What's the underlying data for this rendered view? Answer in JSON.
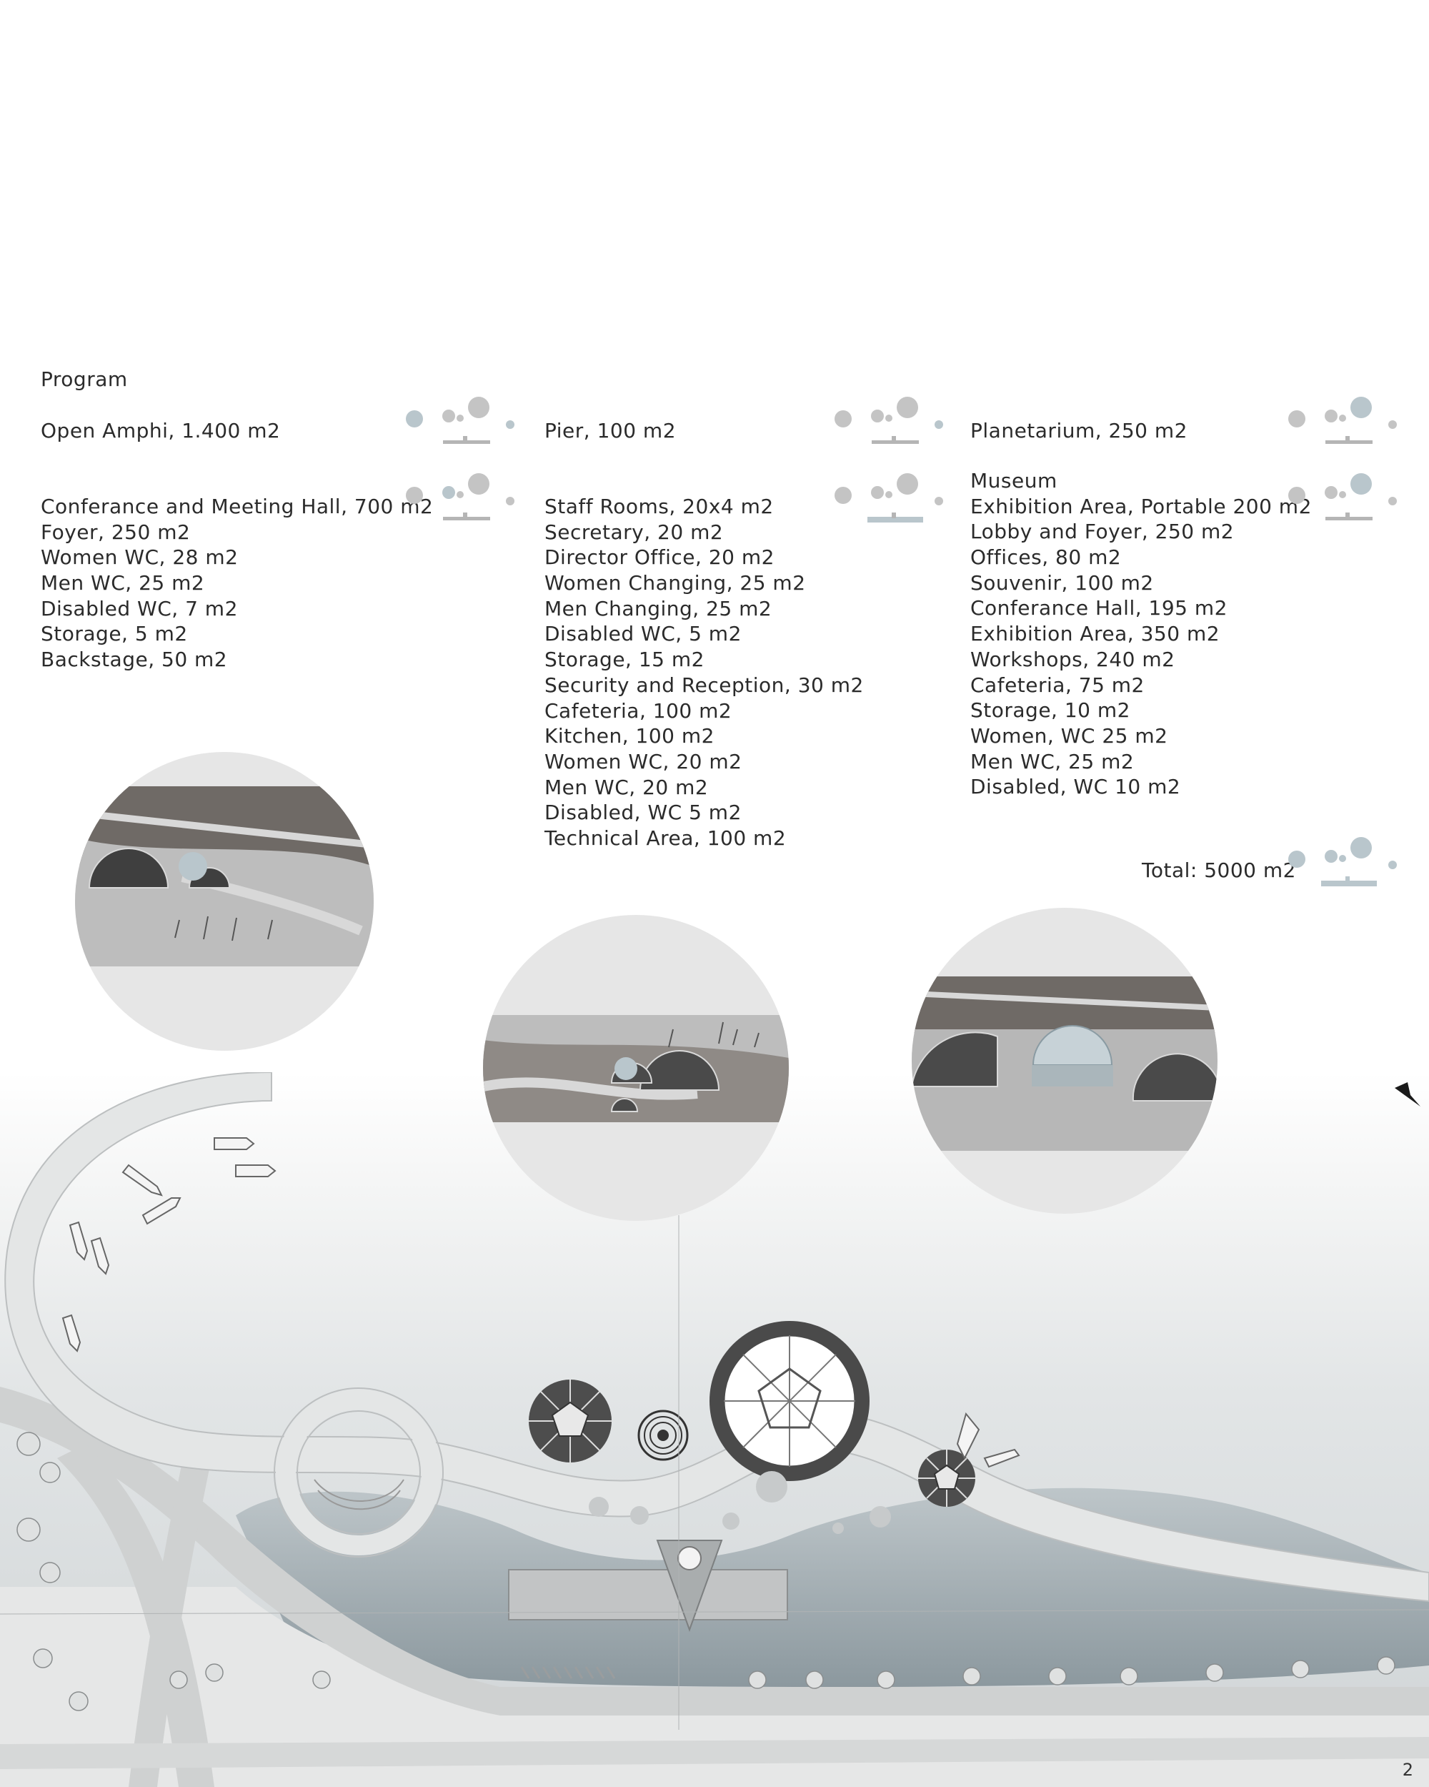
{
  "program": {
    "title": "Program",
    "col1": {
      "amphi": "Open Amphi, 1.400 m2",
      "hall_items": [
        "Conferance and Meeting Hall, 700 m2",
        "Foyer, 250 m2",
        "Women WC, 28 m2",
        "Men WC, 25 m2",
        "Disabled WC, 7 m2",
        "Storage, 5 m2",
        "Backstage, 50 m2"
      ]
    },
    "col2": {
      "pier": "Pier, 100 m2",
      "staff_items": [
        "Staff Rooms, 20x4 m2",
        "Secretary, 20 m2",
        "Director Office, 20 m2",
        "Women Changing, 25 m2",
        "Men Changing, 25 m2",
        "Disabled WC, 5 m2",
        "Storage, 15 m2",
        "Security and Reception, 30 m2",
        "Cafeteria, 100 m2",
        "Kitchen, 100 m2",
        "Women WC, 20 m2",
        "Men WC, 20 m2",
        "Disabled, WC 5 m2",
        "Technical Area, 100 m2"
      ]
    },
    "col3": {
      "planetarium": "Planetarium, 250 m2",
      "museum_items": [
        "Museum",
        "Exhibition Area, Portable 200 m2",
        "Lobby and Foyer, 250 m2",
        "Offices, 80 m2",
        "Souvenir, 100 m2",
        "Conferance Hall, 195 m2",
        "Exhibition Area, 350 m2",
        "Workshops, 240 m2",
        "Cafeteria, 75 m2",
        "Storage, 10 m2",
        "Women, WC 25 m2",
        "Men WC, 25 m2",
        "Disabled, WC 10 m2"
      ]
    },
    "total": "Total: 5000 m2"
  },
  "page_number": "2",
  "colors": {
    "text": "#2b2b2b",
    "bubble_grey": "#c4c4c4",
    "bubble_accent": "#b9c6cc",
    "water": "#8f9ca2",
    "promenade": "#e4e6e6",
    "road": "#c9cbcb",
    "dome_dark": "#4a4a4a"
  }
}
